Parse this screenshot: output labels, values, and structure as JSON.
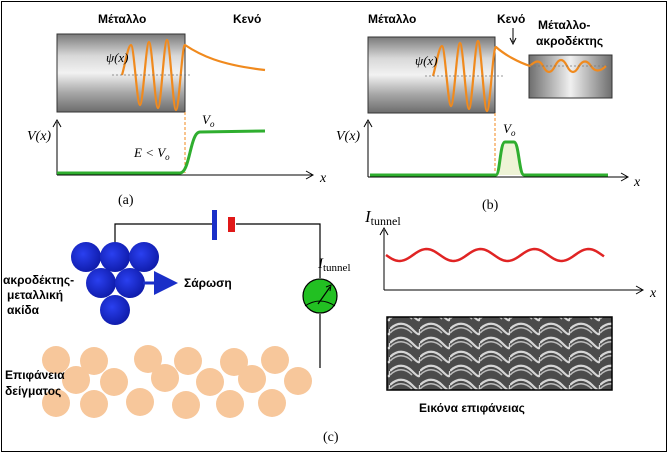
{
  "panel_a": {
    "metal_label": "Μέταλλο",
    "vacuum_label": "Κενό",
    "psi_label": "ψ(x)",
    "v_axis_label": "V(x)",
    "v0_label": "V",
    "v0_sub": "o",
    "energy_label": "E < V",
    "energy_sub": "o",
    "x_axis_label": "x",
    "caption": "(a)"
  },
  "panel_b": {
    "metal_label": "Μέταλλο",
    "vacuum_label": "Κενό",
    "probe_label_1": "Μέταλλο-",
    "probe_label_2": "ακροδέκτης",
    "psi_label": "ψ(x)",
    "v_axis_label": "V(x)",
    "v0_label": "V",
    "v0_sub": "o",
    "x_axis_label": "x",
    "caption": "(b)"
  },
  "panel_c": {
    "tip_label_1": "ακροδέκτης-",
    "tip_label_2": "μεταλλική",
    "tip_label_3": "ακίδα",
    "scan_label": "Σάρωση",
    "meter_label": "I",
    "meter_sub": "tunnel",
    "sample_label_1": "Επιφάνεια",
    "sample_label_2": "δείγματος",
    "graph_y_label": "I",
    "graph_y_sub": "tunnel",
    "graph_x_label": "x",
    "image_caption": "Εικόνα επιφάνειας",
    "caption": "(c)"
  },
  "colors": {
    "wave": "#f08a1e",
    "potential": "#2fae2f",
    "tip_atom": "#1c2fd0",
    "sample_atom": "#f7c79b",
    "current_wave": "#e02424",
    "meter": "#22c022",
    "scan_arrow": "#1a2fc8",
    "battery_plus": "#e01818",
    "battery_minus": "#1a2fc8"
  }
}
